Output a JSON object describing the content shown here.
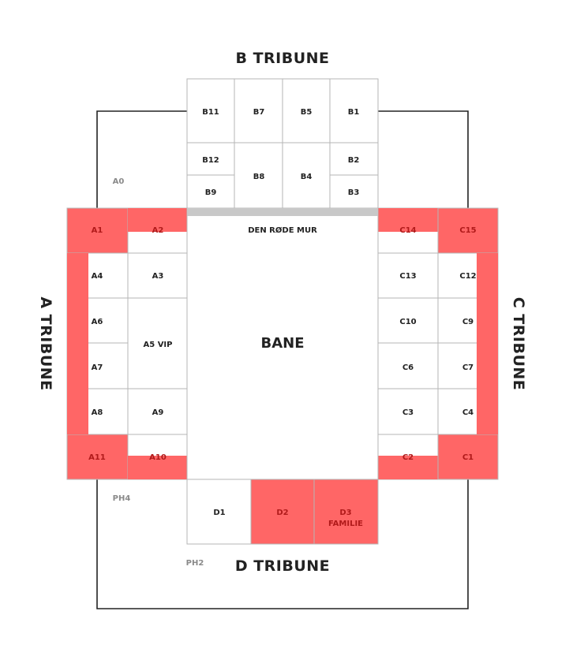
{
  "colors": {
    "highlight": "#ff6666",
    "border": "#b5b5b5",
    "wall": "#c8c8c8",
    "outline": "#222222",
    "free": "#ffffff"
  },
  "tribunes": {
    "b": "B TRIBUNE",
    "a": "A TRIBUNE",
    "c": "C TRIBUNE",
    "d": "D TRIBUNE"
  },
  "field": {
    "label": "BANE",
    "wall_label": "DEN RØDE MUR"
  },
  "areas": {
    "a0": "A0",
    "ph4": "PH4",
    "ph2": "PH2"
  },
  "sections": {
    "b11": "B11",
    "b7": "B7",
    "b5": "B5",
    "b1": "B1",
    "b12": "B12",
    "b9": "B9",
    "b8": "B8",
    "b4": "B4",
    "b2": "B2",
    "b3": "B3",
    "a1": "A1",
    "a2": "A2",
    "a4": "A4",
    "a3": "A3",
    "a6": "A6",
    "a5": "A5 VIP",
    "a7": "A7",
    "a8": "A8",
    "a9": "A9",
    "a11": "A11",
    "a10": "A10",
    "c14": "C14",
    "c15": "C15",
    "c13": "C13",
    "c12": "C12",
    "c10": "C10",
    "c9": "C9",
    "c6": "C6",
    "c7": "C7",
    "c3": "C3",
    "c4": "C4",
    "c2": "C2",
    "c1": "C1",
    "d1": "D1",
    "d2": "D2",
    "d3": "D3",
    "d3_sub": "FAMILIE"
  }
}
